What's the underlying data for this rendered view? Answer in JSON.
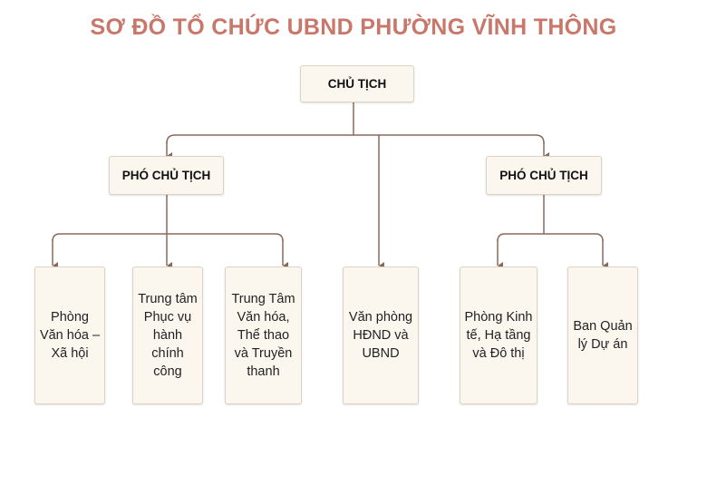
{
  "title": "SƠ ĐỒ TỔ CHỨC UBND PHƯỜNG VĨNH THÔNG",
  "chairman": "CHỦ TỊCH",
  "vice_left": "PHÓ CHỦ TỊCH",
  "vice_right": "PHÓ CHỦ TỊCH",
  "units": [
    "Phòng Văn hóa – Xã hội",
    "Trung tâm Phục vụ hành chính công",
    "Trung Tâm Văn hóa, Thể thao và Truyền thanh",
    "Văn phòng HĐND và UBND",
    "Phòng Kinh tế, Hạ tầng và Đô thị",
    "Ban Quản lý Dự án"
  ],
  "colors": {
    "title": "#c8776a",
    "box_fill": "#fcf7ee",
    "connector": "#8a6a5a"
  }
}
